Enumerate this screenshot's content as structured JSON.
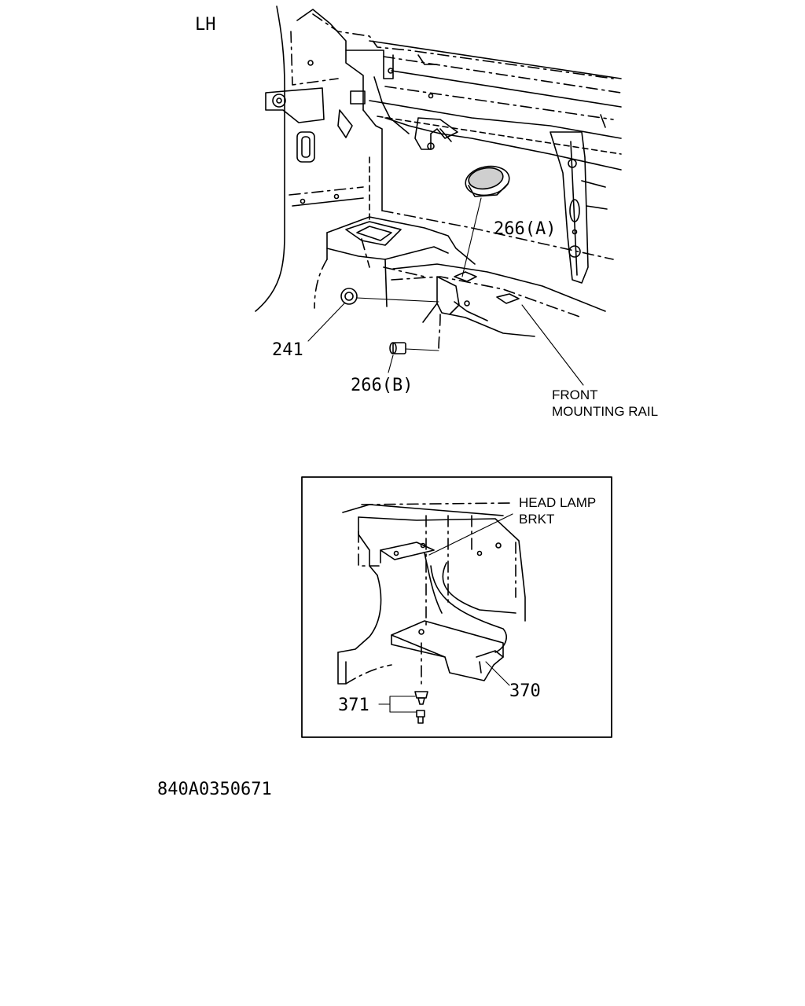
{
  "side_label": "LH",
  "callouts": {
    "grommet_a": "266(A)",
    "grommet_b": "266(B)",
    "clip": "241",
    "front_mounting_rail": [
      "FRONT",
      "MOUNTING RAIL"
    ],
    "head_lamp_brkt": [
      "HEAD LAMP",
      "BRKT"
    ],
    "bracket": "370",
    "fastener": "371"
  },
  "figure_id": "840A0350671"
}
